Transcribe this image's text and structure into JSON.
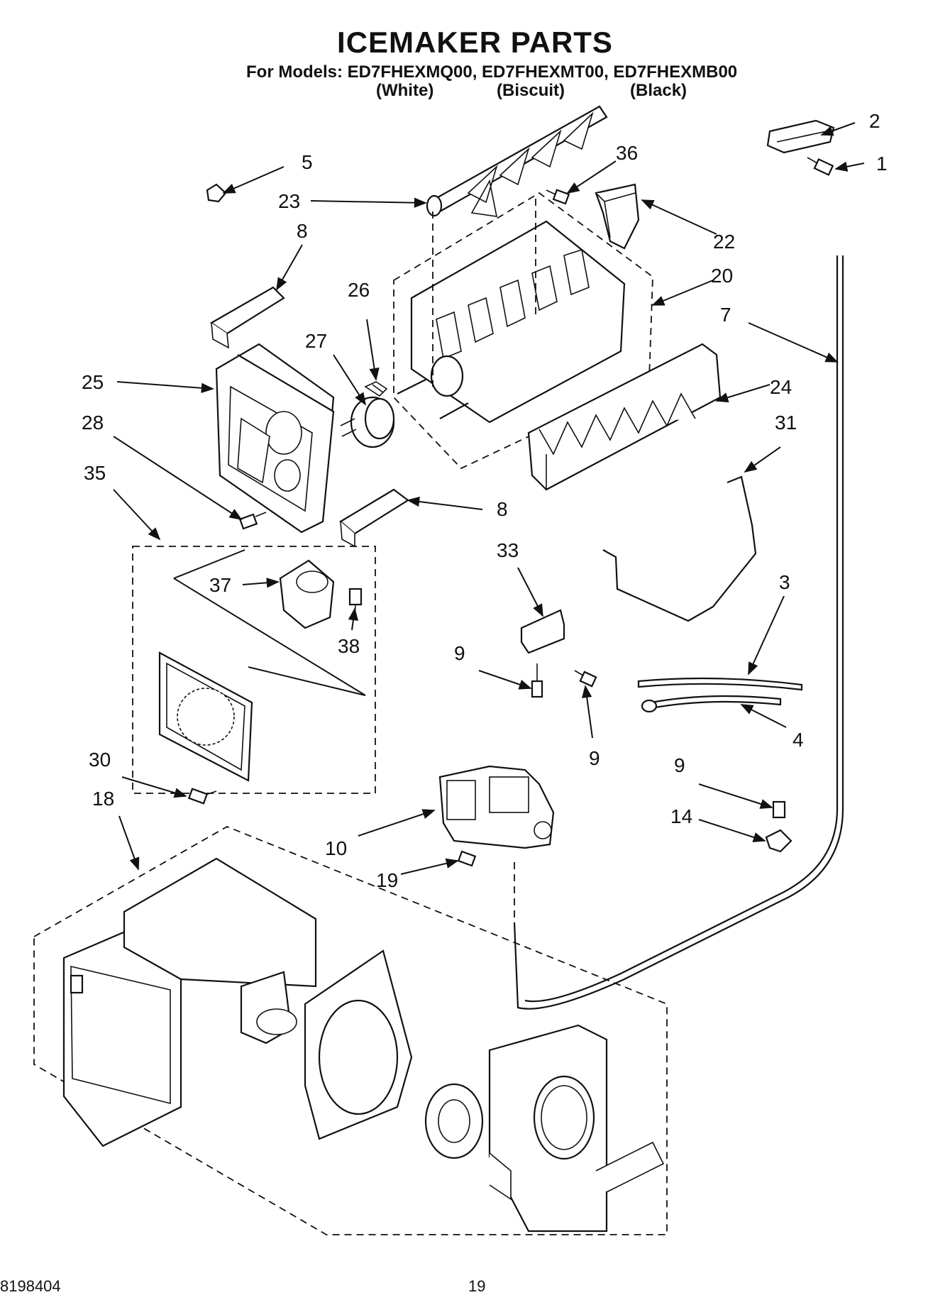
{
  "page": {
    "title": "ICEMAKER PARTS",
    "models_line": "For Models: ED7FHEXMQ00, ED7FHEXMT00, ED7FHEXMB00",
    "variants": [
      "(White)",
      "(Biscuit)",
      "(Black)"
    ],
    "doc_number": "8198404",
    "page_number": "19"
  },
  "callouts": [
    {
      "id": "c1",
      "label": "1"
    },
    {
      "id": "c2",
      "label": "2"
    },
    {
      "id": "c36",
      "label": "36"
    },
    {
      "id": "c5",
      "label": "5"
    },
    {
      "id": "c23",
      "label": "23"
    },
    {
      "id": "c22",
      "label": "22"
    },
    {
      "id": "c8a",
      "label": "8"
    },
    {
      "id": "c20",
      "label": "20"
    },
    {
      "id": "c26",
      "label": "26"
    },
    {
      "id": "c7",
      "label": "7"
    },
    {
      "id": "c27",
      "label": "27"
    },
    {
      "id": "c25",
      "label": "25"
    },
    {
      "id": "c24",
      "label": "24"
    },
    {
      "id": "c28",
      "label": "28"
    },
    {
      "id": "c31",
      "label": "31"
    },
    {
      "id": "c35",
      "label": "35"
    },
    {
      "id": "c8b",
      "label": "8"
    },
    {
      "id": "c33",
      "label": "33"
    },
    {
      "id": "c37",
      "label": "37"
    },
    {
      "id": "c3",
      "label": "3"
    },
    {
      "id": "c38",
      "label": "38"
    },
    {
      "id": "c9a",
      "label": "9"
    },
    {
      "id": "c4",
      "label": "4"
    },
    {
      "id": "c9b",
      "label": "9"
    },
    {
      "id": "c30",
      "label": "30"
    },
    {
      "id": "c9c",
      "label": "9"
    },
    {
      "id": "c18",
      "label": "18"
    },
    {
      "id": "c14",
      "label": "14"
    },
    {
      "id": "c10",
      "label": "10"
    },
    {
      "id": "c19",
      "label": "19"
    }
  ]
}
